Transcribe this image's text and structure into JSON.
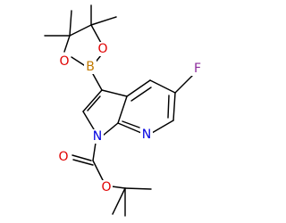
{
  "molecule": {
    "atoms": {
      "boron": "B",
      "dioxaborolane_oxygen_1": "O",
      "dioxaborolane_oxygen_2": "O",
      "fluorine": "F",
      "pyrrole_nitrogen": "N",
      "pyridine_nitrogen": "N",
      "carbonyl_oxygen": "O",
      "ester_oxygen": "O"
    },
    "colors": {
      "bond": "#000000",
      "boron": "#c27a00",
      "oxygen": "#e00000",
      "nitrogen": "#0000e0",
      "fluorine": "#8c2b9c"
    }
  }
}
